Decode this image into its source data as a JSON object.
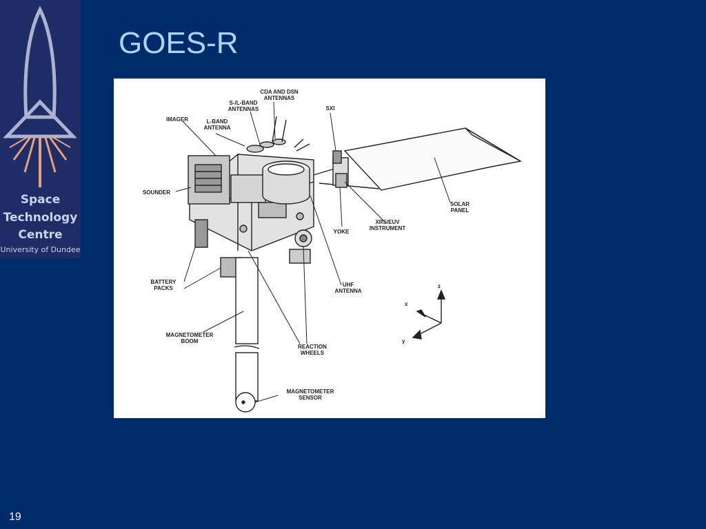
{
  "logo": {
    "line1": "Space",
    "line2": "Technology",
    "line3": "Centre",
    "line4": "University of Dundee",
    "icon": "rocket-logo-icon"
  },
  "slide": {
    "title": "GOES-R",
    "number": "19"
  },
  "diagram": {
    "labels": {
      "cda": [
        "CDA AND DSN",
        "ANTENNAS"
      ],
      "sband": [
        "S-/L-BAND",
        "ANTENNAS"
      ],
      "lband": [
        "L-BAND",
        "ANTENNA"
      ],
      "imager": [
        "IMAGER"
      ],
      "sxi": [
        "SXI"
      ],
      "sounder": [
        "SOUNDER"
      ],
      "solar": [
        "SOLAR",
        "PANEL"
      ],
      "xrs": [
        "XRS/EUV",
        "INSTRUMENT"
      ],
      "yoke": [
        "YOKE"
      ],
      "battery": [
        "BATTERY",
        "PACKS"
      ],
      "uhf": [
        "UHF",
        "ANTENNA"
      ],
      "magboom": [
        "MAGNETOMETER",
        "BOOM"
      ],
      "reaction": [
        "REACTION",
        "WHEELS"
      ],
      "magsensor": [
        "MAGNETOMETER",
        "SENSOR"
      ]
    },
    "axes": {
      "x": "x",
      "y": "y",
      "z": "z"
    }
  }
}
